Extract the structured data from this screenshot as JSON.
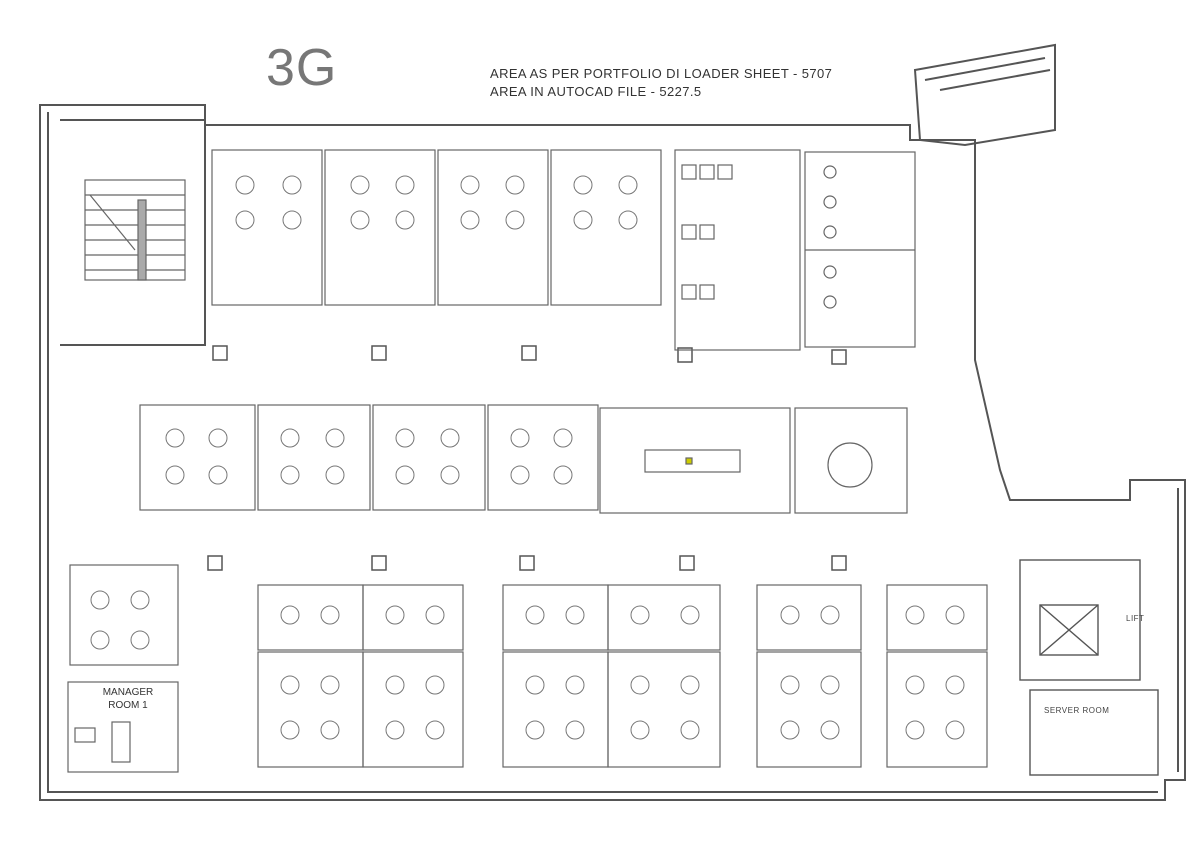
{
  "floor_label": "3G",
  "notes": [
    "AREA AS PER PORTFOLIO DI LOADER SHEET - 5707",
    "AREA IN AUTOCAD FILE - 5227.5"
  ],
  "rooms": {
    "manager_room": [
      "MANAGER",
      "ROOM 1"
    ],
    "lift": "LIFT",
    "server_room": "SERVER ROOM"
  },
  "colors": {
    "wall": "#555555",
    "line": "#666666",
    "background": "#ffffff"
  }
}
